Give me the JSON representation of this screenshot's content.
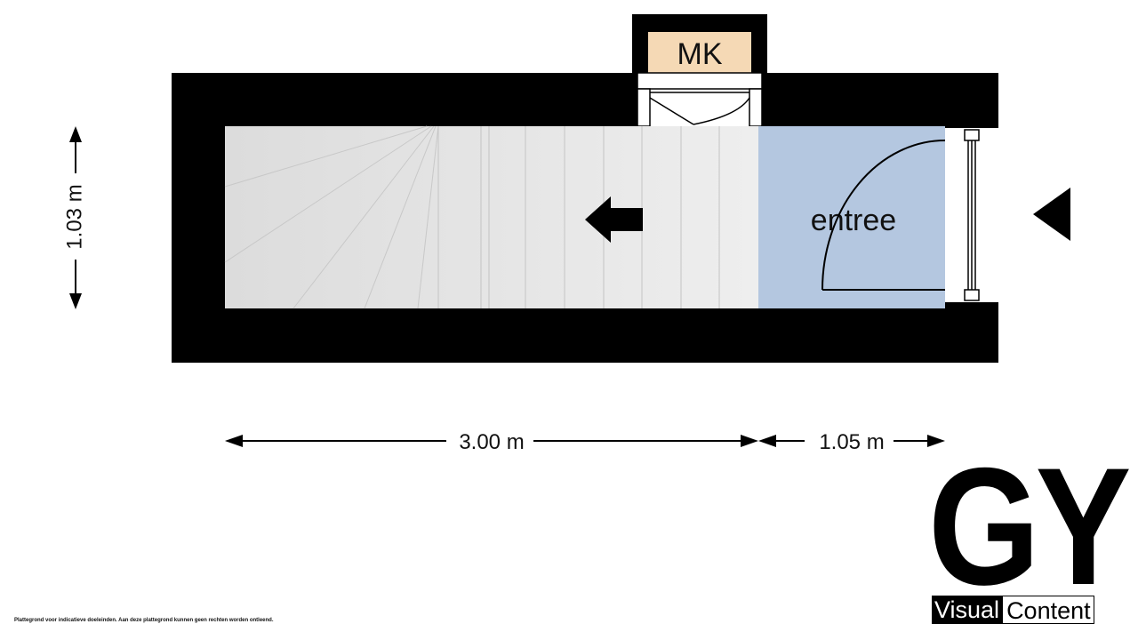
{
  "plan": {
    "rooms": [
      {
        "id": "meterkast",
        "label": "MK",
        "fill": "#f5d9b5"
      },
      {
        "id": "entree",
        "label": "entree",
        "fill": "#b4c7e0"
      },
      {
        "id": "stairs",
        "label": "",
        "fill": "#e6e6e6"
      }
    ],
    "dimensions": {
      "height": "1.03 m",
      "stair_length": "3.00 m",
      "entree_length": "1.05 m"
    },
    "icons": [
      "stair-direction-arrow-icon",
      "entrance-marker-icon",
      "door-swing-icon"
    ]
  },
  "logo": {
    "letters": "GY",
    "word1": "Visual",
    "word2": "Content"
  },
  "disclaimer": "Plattegrond voor indicatieve doeleinden. Aan deze plattegrond kunnen geen rechten worden ontleend.",
  "colors": {
    "wall": "#000000",
    "meterkast": "#f5d9b5",
    "entree": "#b4c7e0",
    "stairs": "#e6e6e6"
  }
}
